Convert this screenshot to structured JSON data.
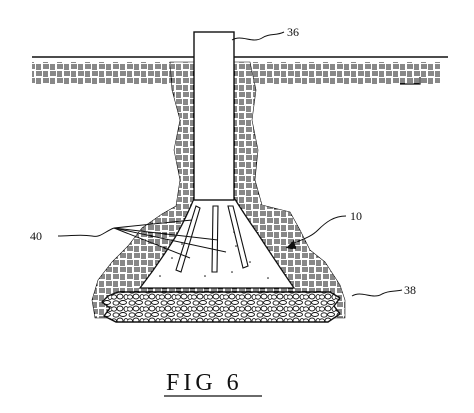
{
  "labels": {
    "post": "36",
    "fasteners": "40",
    "footing": "10",
    "base": "38"
  },
  "caption": "FIG 6",
  "colors": {
    "ink": "#111111",
    "paper": "#ffffff"
  }
}
